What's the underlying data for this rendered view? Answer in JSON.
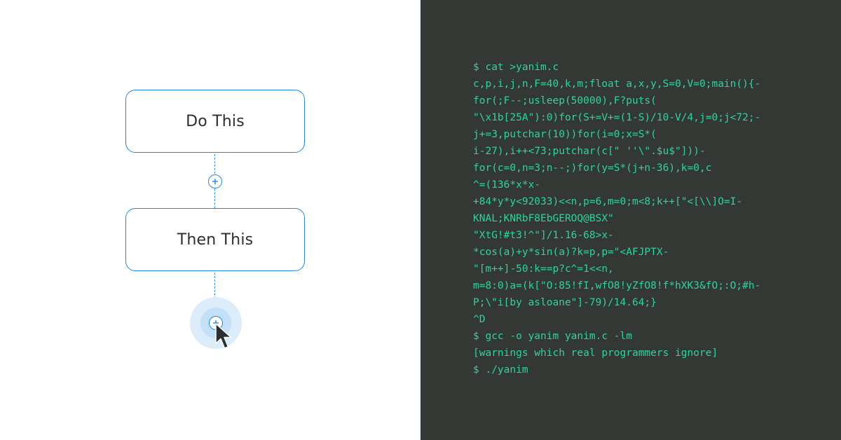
{
  "workflow": {
    "steps": [
      {
        "label": "Do This"
      },
      {
        "label": "Then This"
      }
    ],
    "accent_color": "#1f86e6",
    "add_icon": "plus-circle-icon",
    "cursor_icon": "mouse-pointer-icon"
  },
  "terminal": {
    "background": "#333835",
    "text_color": "#2fd3a0",
    "lines": [
      "$ cat >yanim.c",
      "c,p,i,j,n,F=40,k,m;float a,x,y,S=0,V=0;main(){-",
      "for(;F--;usleep(50000),F?puts(",
      "\"\\x1b[25A\"):0)for(S+=V+=(1-S)/10-V/4,j=0;j<72;-",
      "j+=3,putchar(10))for(i=0;x=S*(",
      "i-27),i++<73;putchar(c[\" ''\\\".$u$\"]))-",
      "for(c=0,n=3;n--;)for(y=S*(j+n-36),k=0,c",
      "^=(136*x*x-",
      "+84*y*y<92033)<<n,p=6,m=0;m<8;k++[\"<[\\\\]O=I-",
      "KNAL;KNRbF8EbGEROQ@BSX\"",
      "\"XtG!#t3!^\"]/1.16-68>x-",
      "*cos(a)+y*sin(a)?k=p,p=\"<AFJPTX-",
      "\"[m++]-50:k==p?c^=1<<n,",
      "m=8:0)a=(k[\"O:85!fI,wfO8!yZfO8!f*hXK3&fO;:O;#h-",
      "P;\\\"i[by asloane\"]-79)/14.64;}",
      "^D",
      "$ gcc -o yanim yanim.c -lm",
      "[warnings which real programmers ignore]",
      "$ ./yanim"
    ]
  }
}
